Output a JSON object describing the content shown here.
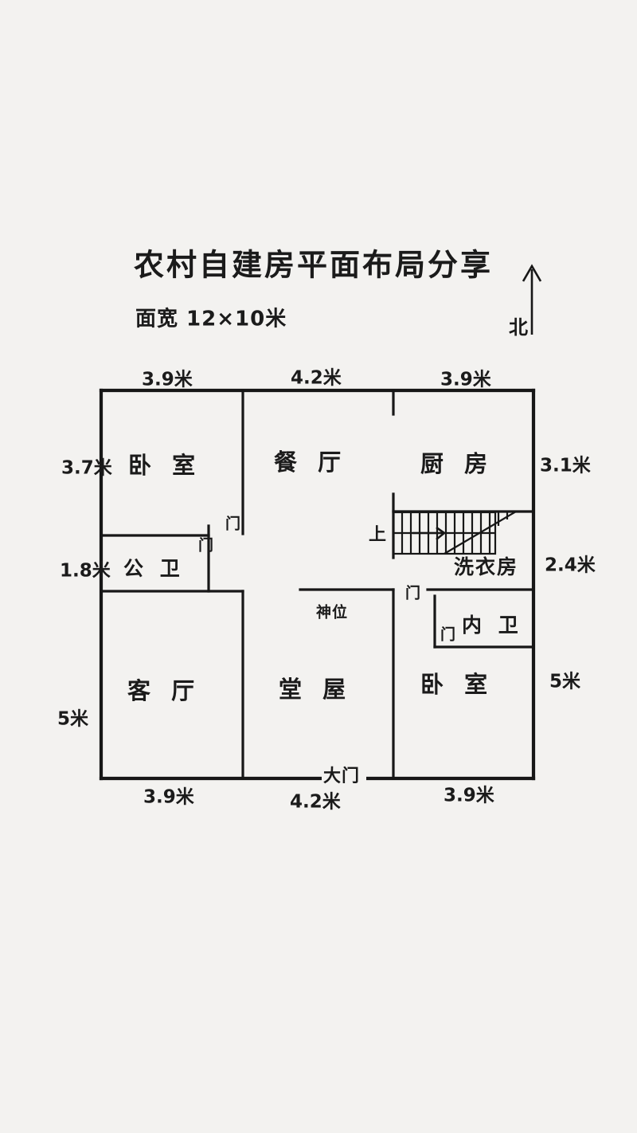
{
  "header": {
    "title": "农村自建房平面布局分享",
    "subtitle": "面宽 12×10米",
    "compass_label": "北"
  },
  "dimensions": {
    "top": [
      "3.9米",
      "4.2米",
      "3.9米"
    ],
    "bottom": [
      "3.9米",
      "4.2米",
      "3.9米"
    ],
    "left": [
      "3.7米",
      "1.8米",
      "5米"
    ],
    "right": [
      "3.1米",
      "2.4米",
      "5米"
    ]
  },
  "rooms": {
    "bedroom_top_left": "卧 室",
    "dining": "餐 厅",
    "kitchen": "厨 房",
    "public_bath": "公 卫",
    "laundry": "洗衣房",
    "living": "客 厅",
    "hall": "堂 屋",
    "bedroom_bottom_right": "卧 室",
    "inner_bath": "内 卫"
  },
  "annotations": {
    "stair_up": "上",
    "shrine": "神位",
    "main_gate": "大门",
    "door_1": "门",
    "door_2": "门",
    "door_3": "门",
    "door_4": "门"
  },
  "colors": {
    "paper": "#f3f2f0",
    "ink": "#171717"
  }
}
